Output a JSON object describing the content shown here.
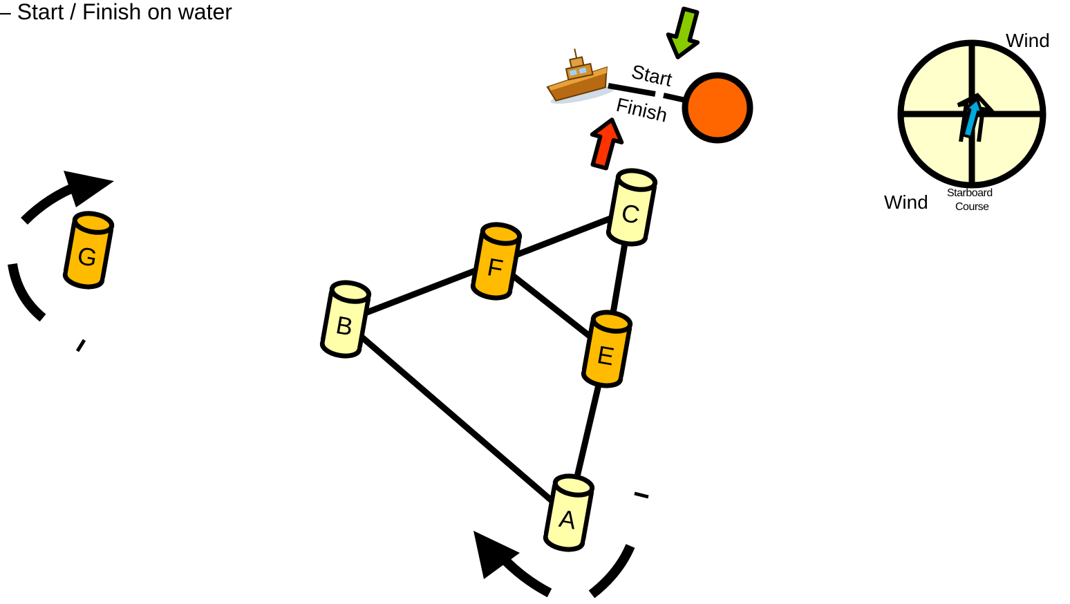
{
  "header": {
    "title": "– Start / Finish on water"
  },
  "colors": {
    "mark_yellow": "#ffffaa",
    "mark_orange": "#ffbb00",
    "start_buoy": "#ff6600",
    "wind_dial_fill": "#ffffcc",
    "wind_arrow": "#00aadd",
    "finish_arrow": "#ff3300",
    "start_arrow": "#88cc00",
    "line": "#000000"
  },
  "marks": {
    "A": "A",
    "B": "B",
    "C": "C",
    "E": "E",
    "F": "F",
    "G": "G"
  },
  "start_finish": {
    "start_label": "Start",
    "finish_label": "Finish"
  },
  "wind_indicator": {
    "top_label": "Wind",
    "bottom_label": "Wind",
    "rounding_line1": "Starboard",
    "rounding_line2": "Course"
  }
}
